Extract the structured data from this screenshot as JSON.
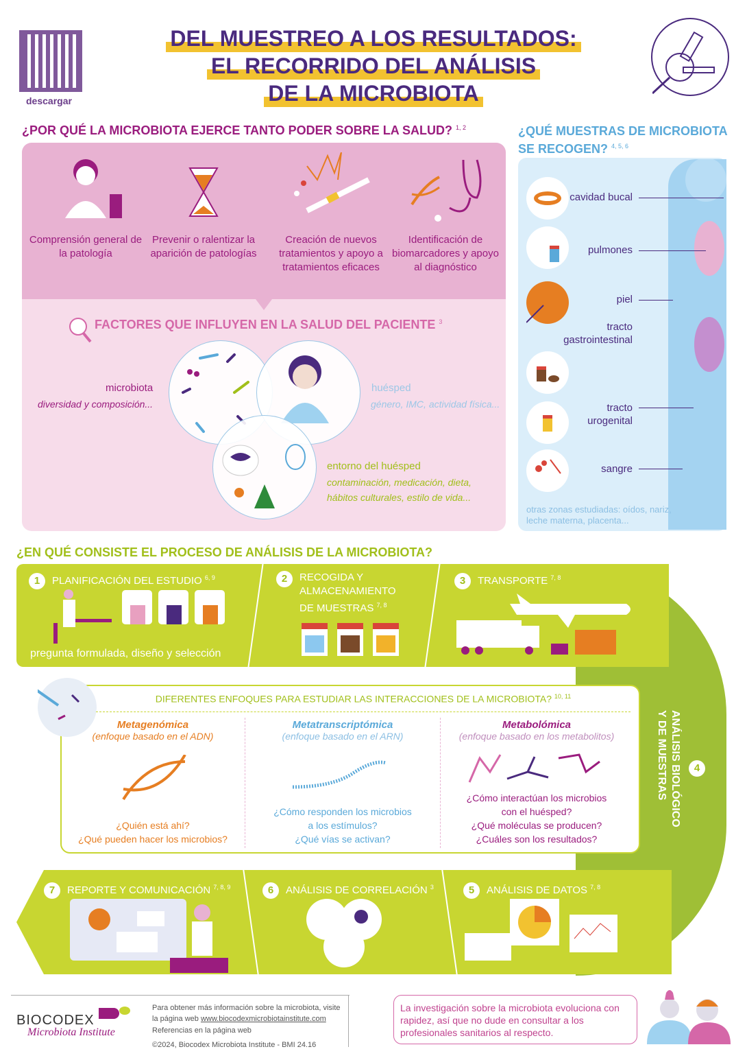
{
  "header": {
    "qr_label": "descargar",
    "title_lines": [
      "DEL MUESTREO A LOS RESULTADOS:",
      "EL RECORRIDO DEL ANÁLISIS",
      "DE LA MICROBIOTA"
    ]
  },
  "why": {
    "heading": "¿POR QUÉ LA MICROBIOTA EJERCE TANTO PODER SOBRE LA SALUD?",
    "refs": "1, 2",
    "items": [
      "Comprensión general de la patología",
      "Prevenir o ralentizar la aparición de patologías",
      "Creación de nuevos tratamientos y apoyo a tratamientos eficaces",
      "Identificación de biomarcadores y apoyo al diagnóstico"
    ]
  },
  "factors": {
    "heading": "FACTORES QUE INFLUYEN EN LA SALUD DEL PACIENTE",
    "refs": "3",
    "microbiota": {
      "label": "microbiota",
      "detail": "diversidad y composición..."
    },
    "host": {
      "label": "huésped",
      "detail": "género, IMC, actividad física..."
    },
    "environment": {
      "label": "entorno del huésped",
      "detail1": "contaminación, medicación, dieta,",
      "detail2": "hábitos culturales, estilo de vida..."
    }
  },
  "samples": {
    "heading1": "¿QUÉ MUESTRAS DE MICROBIOTA",
    "heading2": "SE RECOGEN?",
    "refs": "4, 5, 6",
    "items": [
      "cavidad bucal",
      "pulmones",
      "piel",
      "tracto gastrointestinal",
      "tracto urogenital",
      "sangre"
    ],
    "other": "otras zonas estudiadas: oídos, nariz, leche materna, placenta..."
  },
  "process": {
    "heading": "¿EN QUÉ CONSISTE EL PROCESO DE ANÁLISIS DE LA MICROBIOTA?",
    "steps": [
      {
        "n": "1",
        "label": "PLANIFICACIÓN DEL ESTUDIO",
        "refs": "6, 9",
        "caption": "pregunta formulada, diseño y selección"
      },
      {
        "n": "2",
        "label": "RECOGIDA Y ALMACENAMIENTO DE MUESTRAS",
        "refs": "7, 8"
      },
      {
        "n": "3",
        "label": "TRANSPORTE",
        "refs": "7, 8"
      },
      {
        "n": "4",
        "label": "ANÁLISIS BIOLÓGICO Y DE MUESTRAS"
      },
      {
        "n": "5",
        "label": "ANÁLISIS DE DATOS",
        "refs": "7, 8"
      },
      {
        "n": "6",
        "label": "ANÁLISIS DE CORRELACIÓN",
        "refs": "3"
      },
      {
        "n": "7",
        "label": "REPORTE Y COMUNICACIÓN",
        "refs": "7, 8, 9"
      }
    ],
    "approaches_heading": "DIFERENTES ENFOQUES PARA ESTUDIAR LAS INTERACCIONES DE LA MICROBIOTA?",
    "approaches_refs": "10, 11",
    "approaches": [
      {
        "title": "Metagenómica",
        "sub": "(enfoque basado en el ADN)",
        "q": [
          "¿Quién está ahí?",
          "¿Qué pueden hacer los microbios?"
        ]
      },
      {
        "title": "Metatranscriptómica",
        "sub": "(enfoque basado en el ARN)",
        "q": [
          "¿Cómo responden los microbios",
          "a los estímulos?",
          "¿Qué vías se activan?"
        ]
      },
      {
        "title": "Metabolómica",
        "sub": "(enfoque basado en los metabolitos)",
        "q": [
          "¿Cómo interactúan los microbios",
          "con el huésped?",
          "¿Qué moléculas se producen?",
          "¿Cuáles son los resultados?"
        ]
      }
    ]
  },
  "footer": {
    "brand": "BIOCODEX",
    "brand_sub": "Microbiota Institute",
    "info1": "Para obtener más información sobre la microbiota, visite",
    "info2": "la página web",
    "url": "www.biocodexmicrobiotainstitute.com",
    "refs": "Referencias en la página web",
    "copyright": "©2024, Biocodex Microbiota Institute  -  BMI 24.16",
    "message": "La investigación sobre la microbiota evoluciona con rapidez, así que no dude en consultar a los profesionales sanitarios al respecto."
  },
  "colors": {
    "purple": "#9a1c7e",
    "title": "#4a2a7e",
    "yellow": "#f2c230",
    "green": "#c8d631",
    "blue": "#5aa9d9"
  }
}
